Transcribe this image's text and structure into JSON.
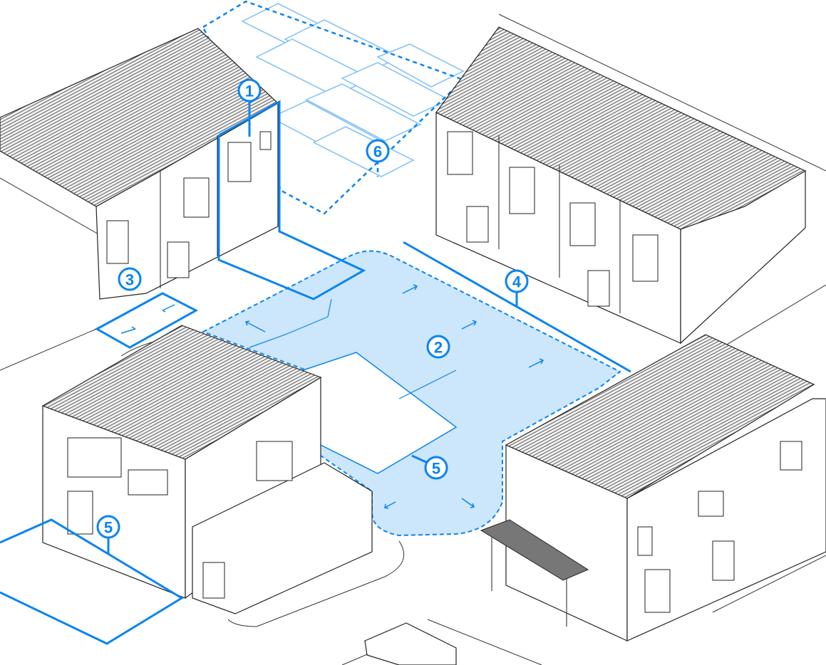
{
  "diagram": {
    "labels": [
      {
        "id": "zone-1",
        "text": "1"
      },
      {
        "id": "zone-2",
        "text": "2"
      },
      {
        "id": "zone-3",
        "text": "3"
      },
      {
        "id": "zone-4",
        "text": "4"
      },
      {
        "id": "zone-5a",
        "text": "5"
      },
      {
        "id": "zone-5b",
        "text": "5"
      },
      {
        "id": "zone-6",
        "text": "6"
      }
    ],
    "colors": {
      "accent": "#0a84f0",
      "area_fill": "#cce6fb",
      "roof": "#555555"
    }
  }
}
